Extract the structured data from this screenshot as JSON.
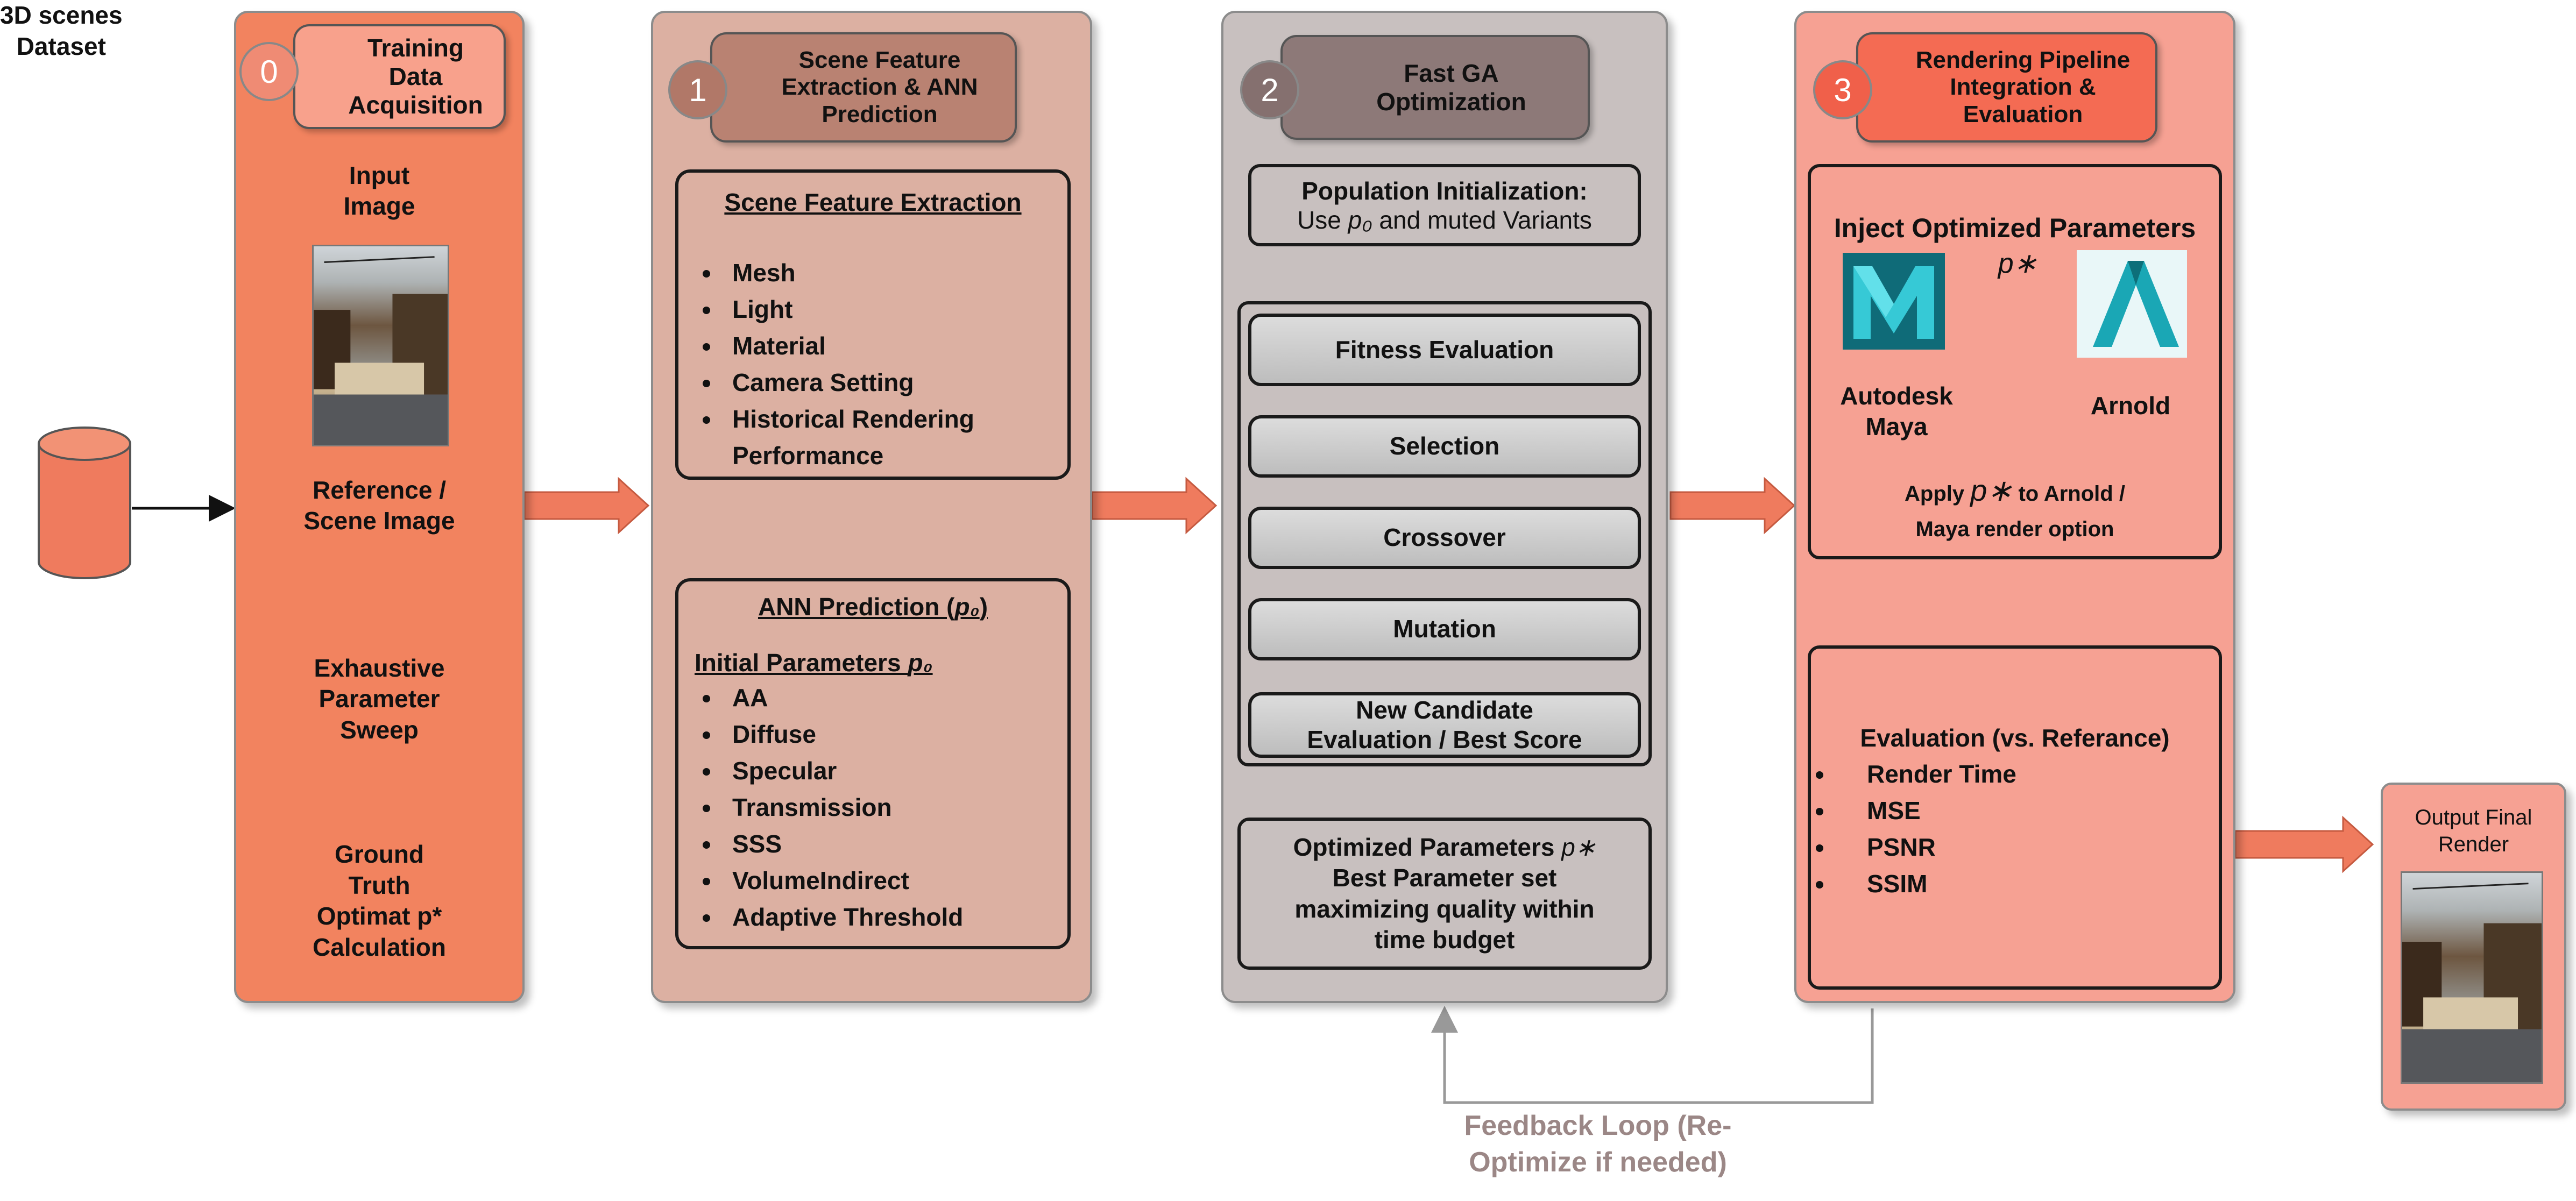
{
  "colors": {
    "stage0_bg": "#f2835f",
    "stage1_bg": "#dcb0a2",
    "stage2_bg": "#c8c0bf",
    "stage3_bg": "#f6a193",
    "arrow_fill": "#ef7b5e",
    "feedback_text": "#9b8786"
  },
  "dataset": {
    "label_line1": "3D scenes",
    "label_line2": "Dataset"
  },
  "stage0": {
    "number": "0",
    "title_line1": "Training Data",
    "title_line2": "Acquisition",
    "input_line1": "Input",
    "input_line2": "Image",
    "ref_line1": "Reference /",
    "ref_line2": "Scene Image",
    "sweep_line1": "Exhaustive",
    "sweep_line2": "Parameter",
    "sweep_line3": "Sweep",
    "gt_line1": "Ground",
    "gt_line2": "Truth",
    "gt_line3": "Optimat p*",
    "gt_line4": "Calculation"
  },
  "stage1": {
    "number": "1",
    "title_line1": "Scene Feature",
    "title_line2": "Extraction & ANN",
    "title_line3": "Prediction",
    "features_title": "Scene Feature Extraction",
    "features": [
      "Mesh",
      "Light",
      "Material",
      "Camera Setting",
      "Historical Rendering Performance"
    ],
    "ann_title": "ANN Prediction (",
    "ann_title_var": "p₀",
    "ann_title_end": ")",
    "params_title": "Initial Parameters ",
    "params_title_var": "p₀",
    "params": [
      "AA",
      "Diffuse",
      "Specular",
      "Transmission",
      "SSS",
      "VolumeIndirect",
      "Adaptive Threshold"
    ]
  },
  "stage2": {
    "number": "2",
    "title_line1": "Fast GA",
    "title_line2": "Optimization",
    "pop_line1": "Population Initialization:",
    "pop_line2_a": "Use ",
    "pop_line2_var": "p₀",
    "pop_line2_b": " and muted Variants",
    "steps": [
      "Fitness Evaluation",
      "Selection",
      "Crossover",
      "Mutation"
    ],
    "candidate_line1": "New Candidate",
    "candidate_line2": "Evaluation / Best Score",
    "opt_line1_a": "Optimized Parameters ",
    "opt_line1_var": "p∗",
    "opt_line2": "Best Parameter set",
    "opt_line3": "maximizing quality within",
    "opt_line4": "time budget"
  },
  "stage3": {
    "number": "3",
    "title_line1": "Rendering Pipeline",
    "title_line2": "Integration &",
    "title_line3": "Evaluation",
    "inject_title": "Inject Optimized Parameters",
    "pstar": "p∗",
    "maya_line1": "Autodesk",
    "maya_line2": "Maya",
    "arnold": "Arnold",
    "apply_a": "Apply ",
    "apply_var": "p∗",
    "apply_b": " to Arnold /",
    "apply_line2": "Maya render option",
    "eval_title": "Evaluation (vs. Referance)",
    "metrics": [
      "Render Time",
      "MSE",
      "PSNR",
      "SSIM"
    ]
  },
  "output": {
    "label_line1": "Output Final",
    "label_line2": "Render"
  },
  "feedback": {
    "line1": "Feedback Loop (Re-",
    "line2": "Optimize if needed)"
  }
}
